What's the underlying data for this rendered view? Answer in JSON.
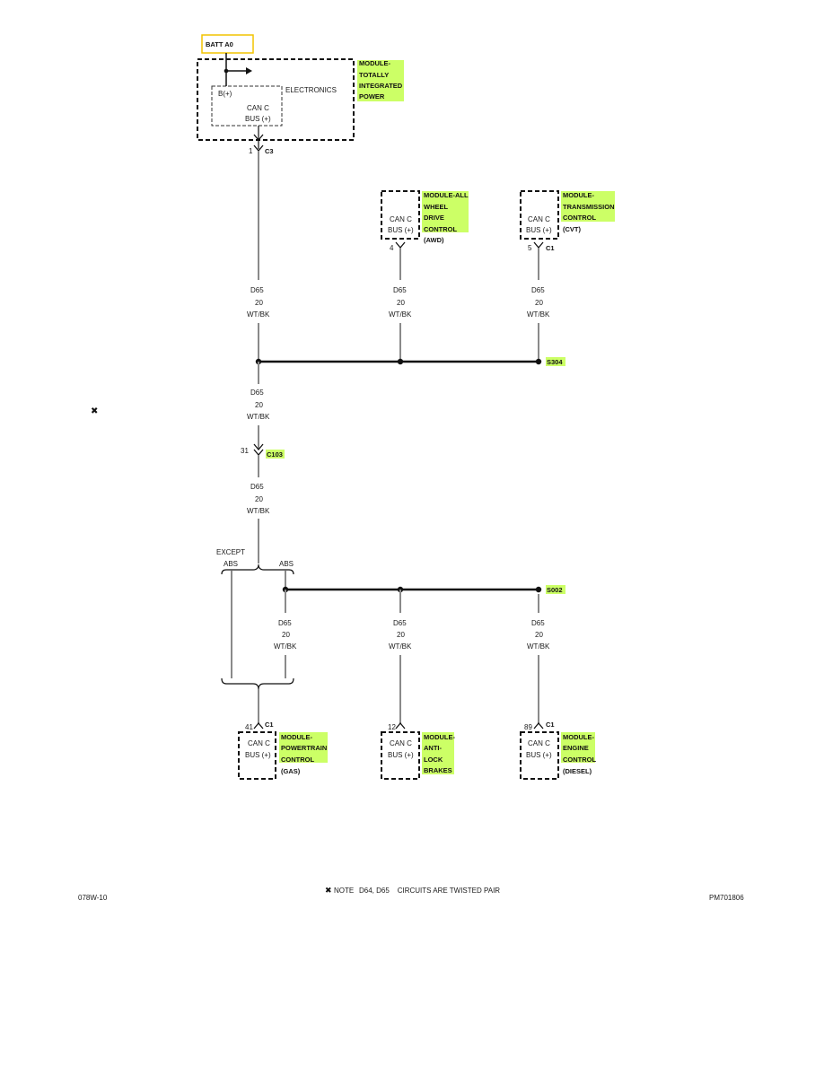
{
  "colors": {
    "highlight": "#ccff66",
    "batt_border": "#f2c400",
    "wire": "#8a8a8a",
    "bus": "#111111"
  },
  "batt_label": "BATT A0",
  "tipm": {
    "name_lines": [
      "MODULE-",
      "TOTALLY",
      "INTEGRATED",
      "POWER"
    ],
    "electronics": "ELECTRONICS",
    "b_plus": "B(+)",
    "can_lines": [
      "CAN C",
      "BUS (+)"
    ],
    "pin": "1",
    "connector": "C3"
  },
  "awd": {
    "name_lines": [
      "MODULE-ALL",
      "WHEEL",
      "DRIVE",
      "CONTROL"
    ],
    "variant": "(AWD)",
    "can_lines": [
      "CAN C",
      "BUS (+)"
    ],
    "pin": "4",
    "connector": ""
  },
  "tcm": {
    "name_lines": [
      "MODULE-",
      "TRANSMISSION",
      "CONTROL"
    ],
    "variant": "(CVT)",
    "can_lines": [
      "CAN C",
      "BUS (+)"
    ],
    "pin": "5",
    "connector": "C1"
  },
  "wire_label": [
    "D65",
    "20",
    "WT/BK"
  ],
  "splice_upper": "S304",
  "splice_lower": "S002",
  "c103": {
    "pin": "31",
    "connector": "C103"
  },
  "except_label": "EXCEPT",
  "abs_left": "ABS",
  "abs_right": "ABS",
  "pcm": {
    "name_lines": [
      "MODULE-",
      "POWERTRAIN",
      "CONTROL"
    ],
    "variant": "(GAS)",
    "can_lines": [
      "CAN C",
      "BUS (+)"
    ],
    "pin": "41",
    "connector": "C1"
  },
  "abs_module": {
    "name_lines": [
      "MODULE-",
      "ANTI-",
      "LOCK",
      "BRAKES"
    ],
    "can_lines": [
      "CAN C",
      "BUS (+)"
    ],
    "pin": "12"
  },
  "ecm": {
    "name_lines": [
      "MODULE-",
      "ENGINE",
      "CONTROL"
    ],
    "variant": "(DIESEL)",
    "can_lines": [
      "CAN C",
      "BUS (+)"
    ],
    "pin": "89",
    "connector": "C1"
  },
  "twist_symbol": "✖",
  "note": {
    "label": "NOTE",
    "text": "D64, D65    CIRCUITS ARE TWISTED PAIR"
  },
  "footer_left": "078W-10",
  "footer_right": "PM701806"
}
